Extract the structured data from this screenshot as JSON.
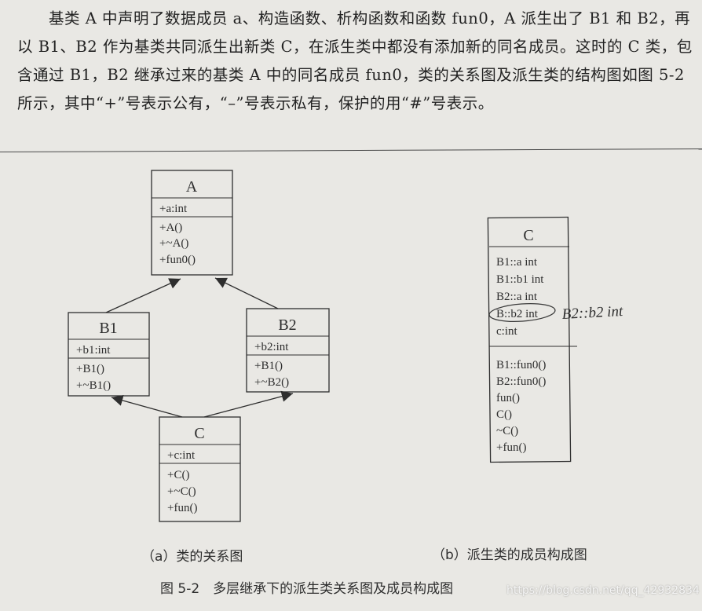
{
  "paragraph": "基类 A 中声明了数据成员 a、构造函数、析构函数和函数 fun0，A 派生出了 B1 和 B2，再以 B1、B2 作为基类共同派生出新类 C，在派生类中都没有添加新的同名成员。这时的 C 类，包含通过 B1，B2 继承过来的基类 A 中的同名成员 fun0，类的关系图及派生类的结构图如图 5-2 所示，其中“+”号表示公有，“–”号表示私有，保护的用“#”号表示。",
  "diagram_a": {
    "class_A": {
      "name": "A",
      "attributes": [
        "+a:int"
      ],
      "methods": [
        "+A()",
        "+~A()",
        "+fun0()"
      ]
    },
    "class_B1": {
      "name": "B1",
      "attributes": [
        "+b1:int"
      ],
      "methods": [
        "+B1()",
        "+~B1()"
      ]
    },
    "class_B2": {
      "name": "B2",
      "attributes": [
        "+b2:int"
      ],
      "methods": [
        "+B1()",
        "+~B2()"
      ]
    },
    "class_C": {
      "name": "C",
      "attributes": [
        "+c:int"
      ],
      "methods": [
        "+C()",
        "+~C()",
        "+fun()"
      ]
    }
  },
  "diagram_b": {
    "name": "C",
    "attributes": [
      "B1::a int",
      "B1::b1 int",
      "B2::a int",
      "B::b2 int",
      "c:int"
    ],
    "methods": [
      "B1::fun0()",
      "B2::fun0()",
      "fun()",
      "C()",
      "~C()",
      "+fun()"
    ],
    "handwritten_note": "B2::b2 int"
  },
  "captions": {
    "a": "（a）类的关系图",
    "b": "（b）派生类的成员构成图",
    "figure": "图 5-2　多层继承下的派生类关系图及成员构成图"
  },
  "watermark": "https://blog.csdn.net/qq_42932834"
}
